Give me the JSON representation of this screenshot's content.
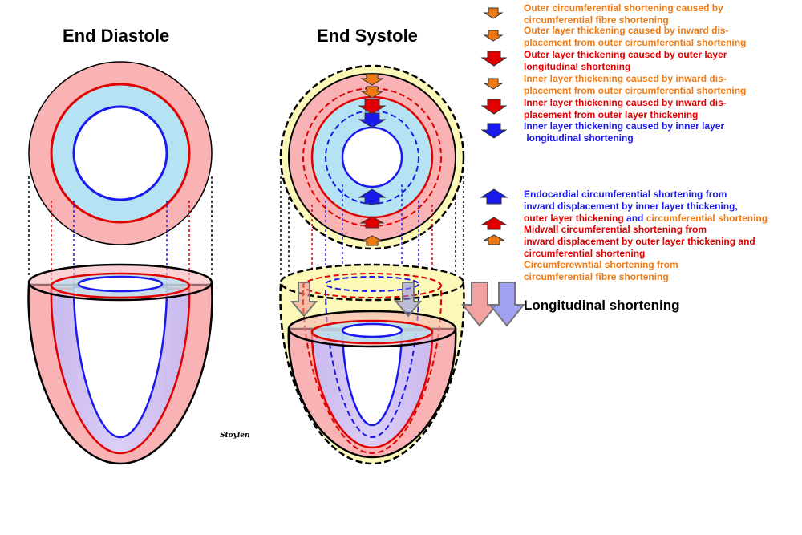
{
  "titles": {
    "end_diastole": "End Diastole",
    "end_systole": "End Systole"
  },
  "signature": "Stoylen",
  "legend": {
    "item1": {
      "line1": "Outer circumferential shortening caused by",
      "line2": "circumferential fibre shortening"
    },
    "item2": {
      "line1": "Outer layer thickening caused by inward dis-",
      "line2": "placement from outer circumferential shortening"
    },
    "item3": {
      "line1": "Outer layer thickening caused by outer layer",
      "line2": "longitudinal shortening"
    },
    "item4": {
      "line1": "Inner layer thickening caused by inward dis-",
      "line2": "placement from outer circumferential shortening"
    },
    "item5": {
      "line1": "Inner layer thickening caused by inward dis-",
      "line2": "placement from outer layer thickening"
    },
    "item6": {
      "line1": "Inner layer thickening caused by inner layer",
      "line2": " longitudinal shortening"
    },
    "endo": {
      "line1": "Endocardial circumferential shortening from",
      "line2": "inward displacement by inner layer thickening,",
      "line3a": "outer layer thickening",
      "line3b": " and ",
      "line3c": "circumferential shortening"
    },
    "mid": {
      "line1": "Midwall circumferential shortening from",
      "line2": "inward displacement by outer layer thickening and",
      "line3": "circumferential shortening"
    },
    "circ": {
      "line1": "Circumferewntial shortening from",
      "line2": "circumferential fibre shortening"
    },
    "longitudinal": "Longitudinal shortening"
  },
  "colors": {
    "orange": "#ee7a14",
    "red": "#e00000",
    "blue": "#1a1aee",
    "pink_fill": "#f9b3b5",
    "lightblue_fill": "#b5e3f3",
    "lavender_fill": "#cfc0ee",
    "yellow_fill": "#fbf8b8"
  }
}
